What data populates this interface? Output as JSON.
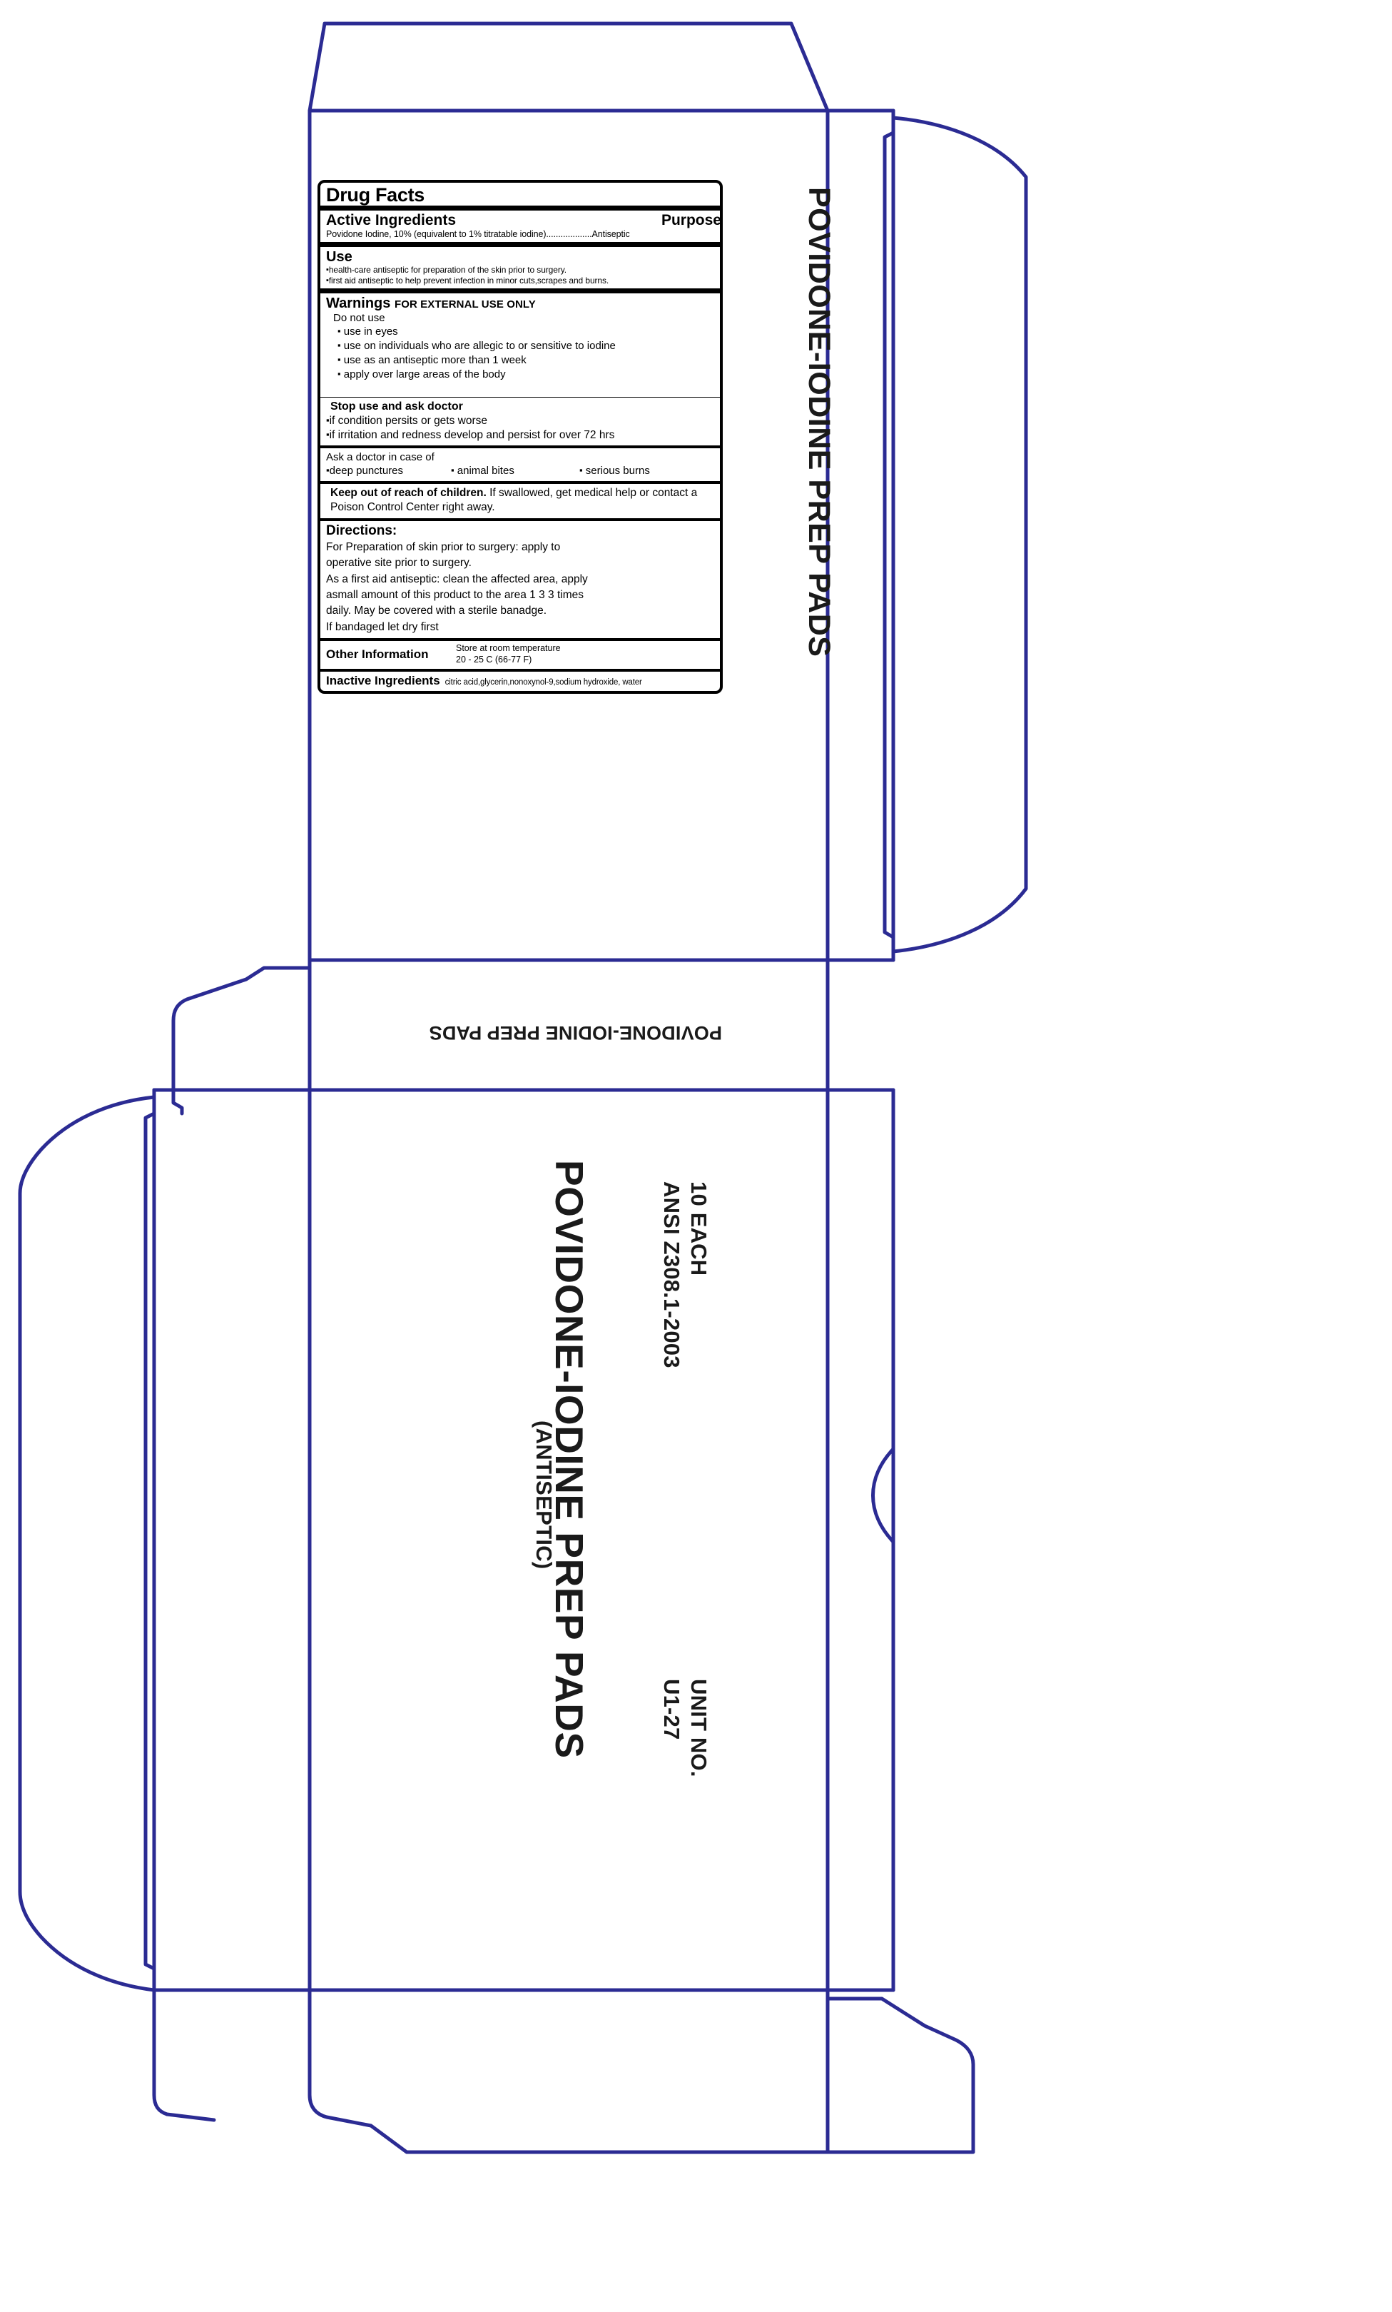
{
  "artwork": {
    "dieline_color": "#2b2b93",
    "ink_color": "#1a1a1a"
  },
  "drug_facts": {
    "title": "Drug Facts",
    "active_ingredients": {
      "header_left": "Active Ingredients",
      "header_right": "Purpose",
      "line": "Povidone Iodine, 10% (equivalent to 1% titratable iodine)...................Antiseptic"
    },
    "use": {
      "header": "Use",
      "bullets": [
        "health-care antiseptic for preparation of the skin prior to surgery.",
        "first aid antiseptic to help prevent infection in minor cuts,scrapes and burns."
      ]
    },
    "warnings": {
      "header": "Warnings",
      "header_sub": "FOR EXTERNAL USE ONLY",
      "do_not_use_label": "Do not use",
      "do_not_use_bullets": [
        "use in eyes",
        "use on individuals who are allegic to or sensitive to iodine",
        "use as an antiseptic more than 1 week",
        "apply over large areas of the body"
      ]
    },
    "stop_use": {
      "header": "Stop use and ask doctor",
      "bullets": [
        "if condition persits or gets worse",
        "if irritation and redness develop and persist for over 72 hrs"
      ]
    },
    "ask_doctor": {
      "header": "Ask a doctor in case of",
      "items": [
        "deep punctures",
        "animal bites",
        "serious burns"
      ]
    },
    "keep_out": {
      "bold": "Keep out of reach of children.",
      "rest": "If swallowed, get medical help or contact a Poison Control Center right away."
    },
    "directions": {
      "header": "Directions:",
      "lines": [
        "For Preparation of skin prior to surgery: apply to",
        "operative site prior to surgery.",
        "As a first aid antiseptic: clean the affected area, apply",
        "asmall amount of this product to the area 1 3 3 times",
        "daily.  May be covered with a sterile banadge.",
        "If bandaged let dry first"
      ]
    },
    "other_information": {
      "label": "Other Information",
      "value_line1": "Store at room temperature",
      "value_line2": "20 - 25 C (66-77 F)"
    },
    "inactive_ingredients": {
      "label": "Inactive Ingredients",
      "value": "citric acid,glycerin,nonoxynol-9,sodium hydroxide, water"
    }
  },
  "panels": {
    "side_panel_title": "POVIDONE-IODINE PREP PADS",
    "top_flap_title": "POVIDONE-IODINE PREP PADS",
    "front_title": "POVIDONE-IODINE PREP PADS",
    "front_subtitle": "(ANTISEPTIC)",
    "quantity_line1": "10 EACH",
    "quantity_line2": "ANSI Z308.1-2003",
    "unit_line1": "UNIT NO.",
    "unit_line2": "U1-27"
  },
  "glyphs": {
    "bullet_square": "▪"
  }
}
